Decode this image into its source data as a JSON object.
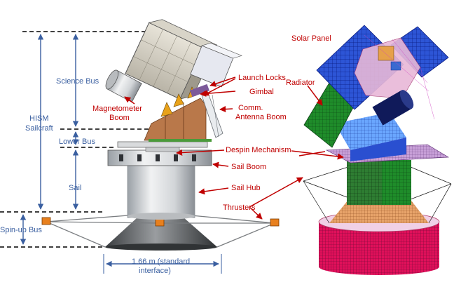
{
  "dimension_labels": {
    "science_bus": "Science Bus",
    "hism_sailcraft_line1": "HISM",
    "hism_sailcraft_line2": "Sailcraft",
    "lower_bus": "Lower Bus",
    "sail": "Sail",
    "spin_up_bus": "Spin-up Bus",
    "width_line1": "1.66 m (standard",
    "width_line2": "interface)"
  },
  "callouts": {
    "launch_locks": "Launch Locks",
    "gimbal": "Gimbal",
    "magnetometer_line1": "Magnetometer",
    "magnetometer_line2": "Boom",
    "comm_line1": "Comm.",
    "comm_line2": "Antenna Boom",
    "despin_mechanism": "Despin Mechanism",
    "sail_boom": "Sail Boom",
    "sail_hub": "Sail Hub",
    "thrusters": "Thrusters",
    "solar_panel": "Solar Panel",
    "radiator": "Radiator"
  },
  "colors": {
    "dimension_text": "#3a5fa0",
    "callout_text": "#c00000",
    "callout_arrow": "#c00000",
    "dimension_arrow": "#3a5fa0"
  }
}
